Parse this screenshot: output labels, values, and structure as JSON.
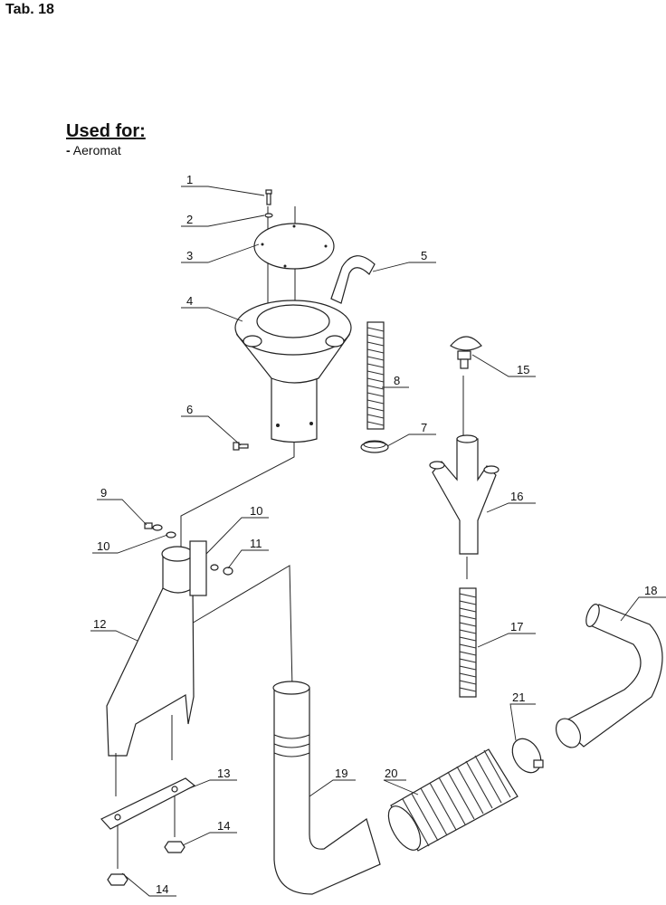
{
  "header": {
    "tab": "Tab. 18"
  },
  "used_for": {
    "title": "Used for:",
    "bullet": "-",
    "item": "Aeromat"
  },
  "callouts": [
    "1",
    "2",
    "3",
    "4",
    "5",
    "6",
    "7",
    "8",
    "9",
    "10",
    "10",
    "11",
    "12",
    "13",
    "14",
    "14",
    "15",
    "16",
    "17",
    "18",
    "19",
    "20",
    "21"
  ],
  "colors": {
    "line": "#222222",
    "background": "#ffffff"
  }
}
